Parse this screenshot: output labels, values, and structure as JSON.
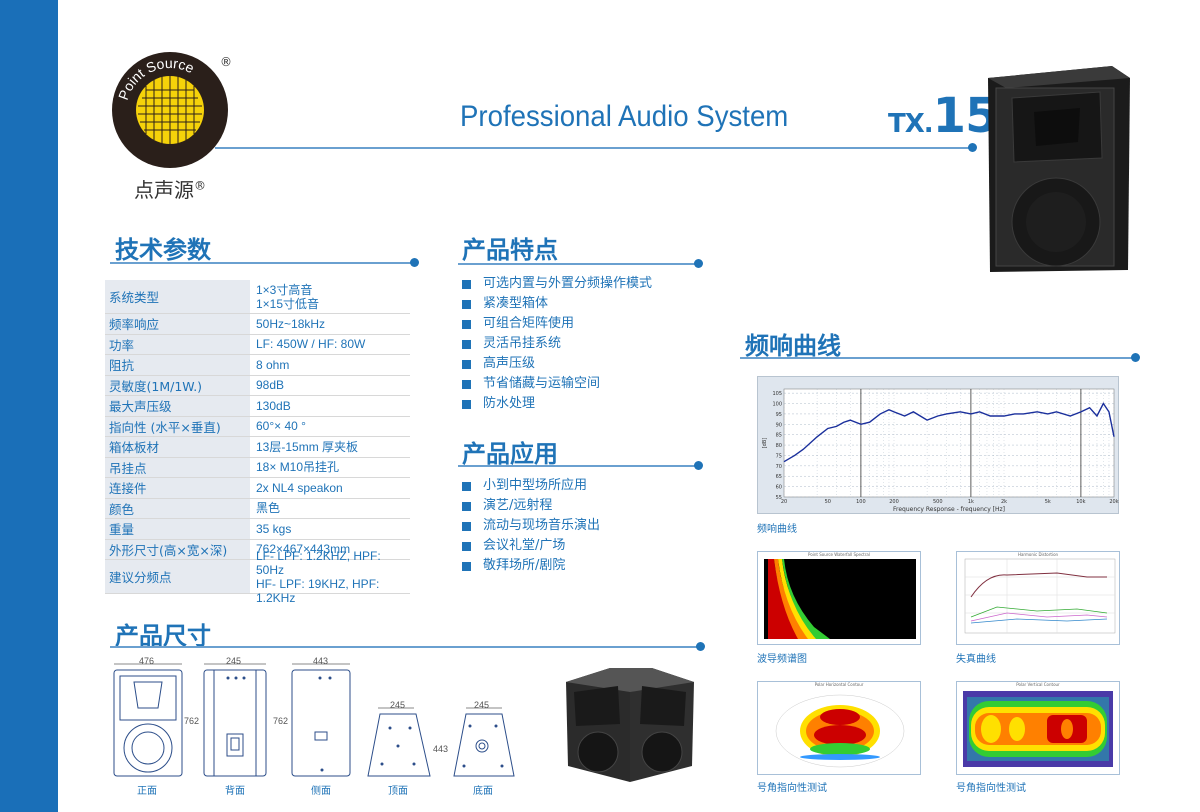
{
  "brand": {
    "name_en": "Point Source",
    "name_cn": "点声源",
    "reg": "®"
  },
  "header": {
    "title": "Professional Audio System",
    "model_prefix": "TX.",
    "model_num": "15"
  },
  "sections": {
    "specs": "技术参数",
    "features": "产品特点",
    "applications": "产品应用",
    "freq": "频响曲线",
    "dims": "产品尺寸"
  },
  "specs": [
    {
      "k": "系统类型",
      "v": [
        "1×3寸高音",
        "1×15寸低音"
      ]
    },
    {
      "k": "频率响应",
      "v": [
        "50Hz~18kHz"
      ]
    },
    {
      "k": "功率",
      "v": [
        "LF: 450W / HF: 80W"
      ]
    },
    {
      "k": "阻抗",
      "v": [
        "8 ohm"
      ]
    },
    {
      "k": "灵敏度(1M/1W.)",
      "v": [
        "98dB"
      ]
    },
    {
      "k": "最大声压级",
      "v": [
        "130dB"
      ]
    },
    {
      "k": "指向性 (水平×垂直)",
      "v": [
        "60°× 40 °"
      ]
    },
    {
      "k": "箱体板材",
      "v": [
        "13层-15mm 厚夹板"
      ]
    },
    {
      "k": "吊挂点",
      "v": [
        "18×  M10吊挂孔"
      ]
    },
    {
      "k": "连接件",
      "v": [
        "2x NL4 speakon"
      ]
    },
    {
      "k": "颜色",
      "v": [
        "黑色"
      ]
    },
    {
      "k": "重量",
      "v": [
        "35 kgs"
      ]
    },
    {
      "k": "外形尺寸(高×宽×深)",
      "v": [
        "762×467×443mm"
      ]
    },
    {
      "k": "建议分频点",
      "v": [
        "LF- LPF: 1.2KHZ,  HPF: 50Hz",
        "HF- LPF: 19KHZ,  HPF: 1.2KHz"
      ]
    }
  ],
  "features": [
    "可选内置与外置分频操作模式",
    "紧凑型箱体",
    "可组合矩阵使用",
    "灵活吊挂系统",
    "高声压级",
    "节省储藏与运输空间",
    "防水处理"
  ],
  "applications": [
    "小到中型场所应用",
    "演艺/远射程",
    "流动与现场音乐演出",
    "会议礼堂/广场",
    "敬拜场所/剧院"
  ],
  "captions": {
    "freq": "频响曲线",
    "waterfall": "波导频谱图",
    "distortion": "失真曲线",
    "polar1": "号角指向性测试",
    "polar2": "号角指向性测试"
  },
  "freq_chart": {
    "ylabel": "[dB]",
    "xlabel": "Frequency Response  - frequency [Hz]",
    "y_ticks": [
      "105",
      "100",
      "95",
      "90",
      "85",
      "80",
      "75",
      "70",
      "65",
      "60",
      "55"
    ],
    "x_ticks": [
      "20",
      "50",
      "100",
      "200",
      "500",
      "1k",
      "2k",
      "5k",
      "10k",
      "20k"
    ]
  },
  "chart_data": {
    "type": "line",
    "x": [
      20,
      25,
      30,
      40,
      50,
      60,
      70,
      80,
      100,
      120,
      150,
      180,
      200,
      250,
      300,
      400,
      500,
      600,
      800,
      1000,
      1200,
      1500,
      2000,
      2500,
      3000,
      4000,
      5000,
      6000,
      8000,
      10000,
      12000,
      14000,
      16000,
      18000,
      20000
    ],
    "series": [
      {
        "values": [
          72,
          75,
          78,
          84,
          88,
          89,
          91,
          92,
          90,
          91,
          95,
          97,
          96,
          94,
          96,
          92,
          94,
          95,
          96,
          95,
          96,
          94,
          94,
          95,
          95,
          96,
          95,
          96,
          94,
          96,
          98,
          94,
          100,
          96,
          84
        ]
      }
    ],
    "ylim": [
      55,
      107
    ],
    "xscale": "log",
    "xlim": [
      20,
      20000
    ],
    "grid": true,
    "colors": {
      "line": "#1a2f9c"
    }
  },
  "dims": {
    "views": [
      "正面",
      "背面",
      "侧面",
      "顶面",
      "底面"
    ],
    "labels": {
      "front_w": "476",
      "back_w": "245",
      "side_w": "443",
      "h1": "762",
      "h2": "762",
      "top_w": "245",
      "bot_w": "245",
      "depth": "443"
    }
  },
  "thumb_titles": {
    "waterfall": "Point Source Waterfall Spectral",
    "distortion": "Harmonic Distortion",
    "polar1": "Polar Horizontal Contour",
    "polar2": "Polar Vertical Contour"
  },
  "colors": {
    "brand_blue": "#1f73b7",
    "sidebar": "#1a6fb8"
  }
}
